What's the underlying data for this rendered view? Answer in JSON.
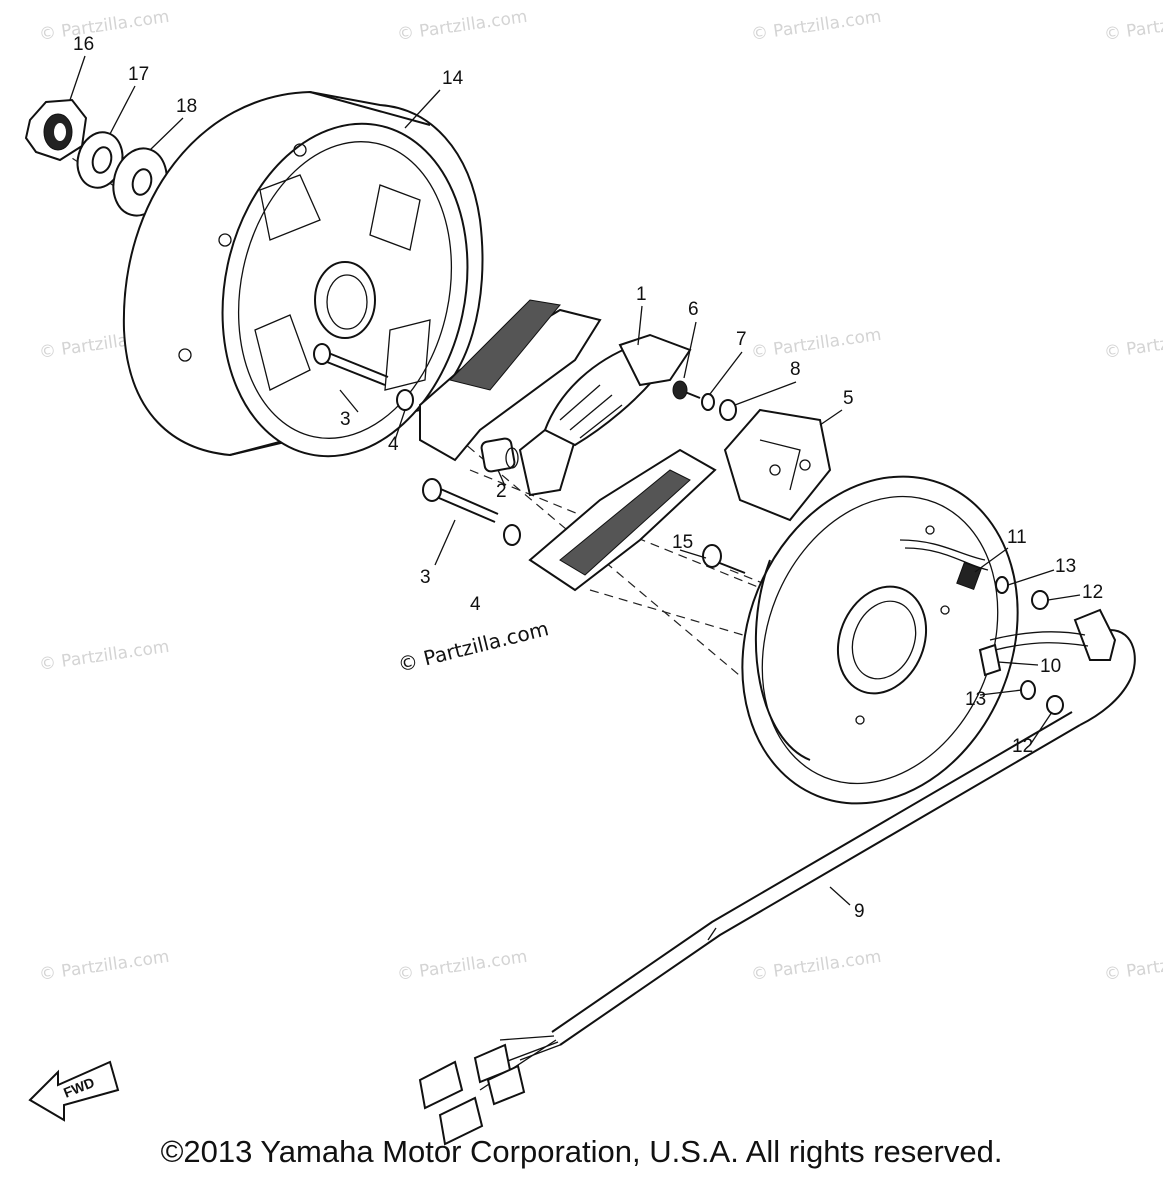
{
  "part_labels": [
    "1",
    "2",
    "3",
    "3",
    "4",
    "4",
    "5",
    "6",
    "7",
    "8",
    "9",
    "10",
    "11",
    "12",
    "12",
    "13",
    "13",
    "14",
    "15",
    "16",
    "17",
    "18"
  ],
  "direction_marker": "FWD",
  "watermark_main": "© Partzilla.com",
  "watermark_faint": "© Partzilla.com",
  "copyright": "©2013  Yamaha Motor Corporation, U.S.A. All rights reserved."
}
